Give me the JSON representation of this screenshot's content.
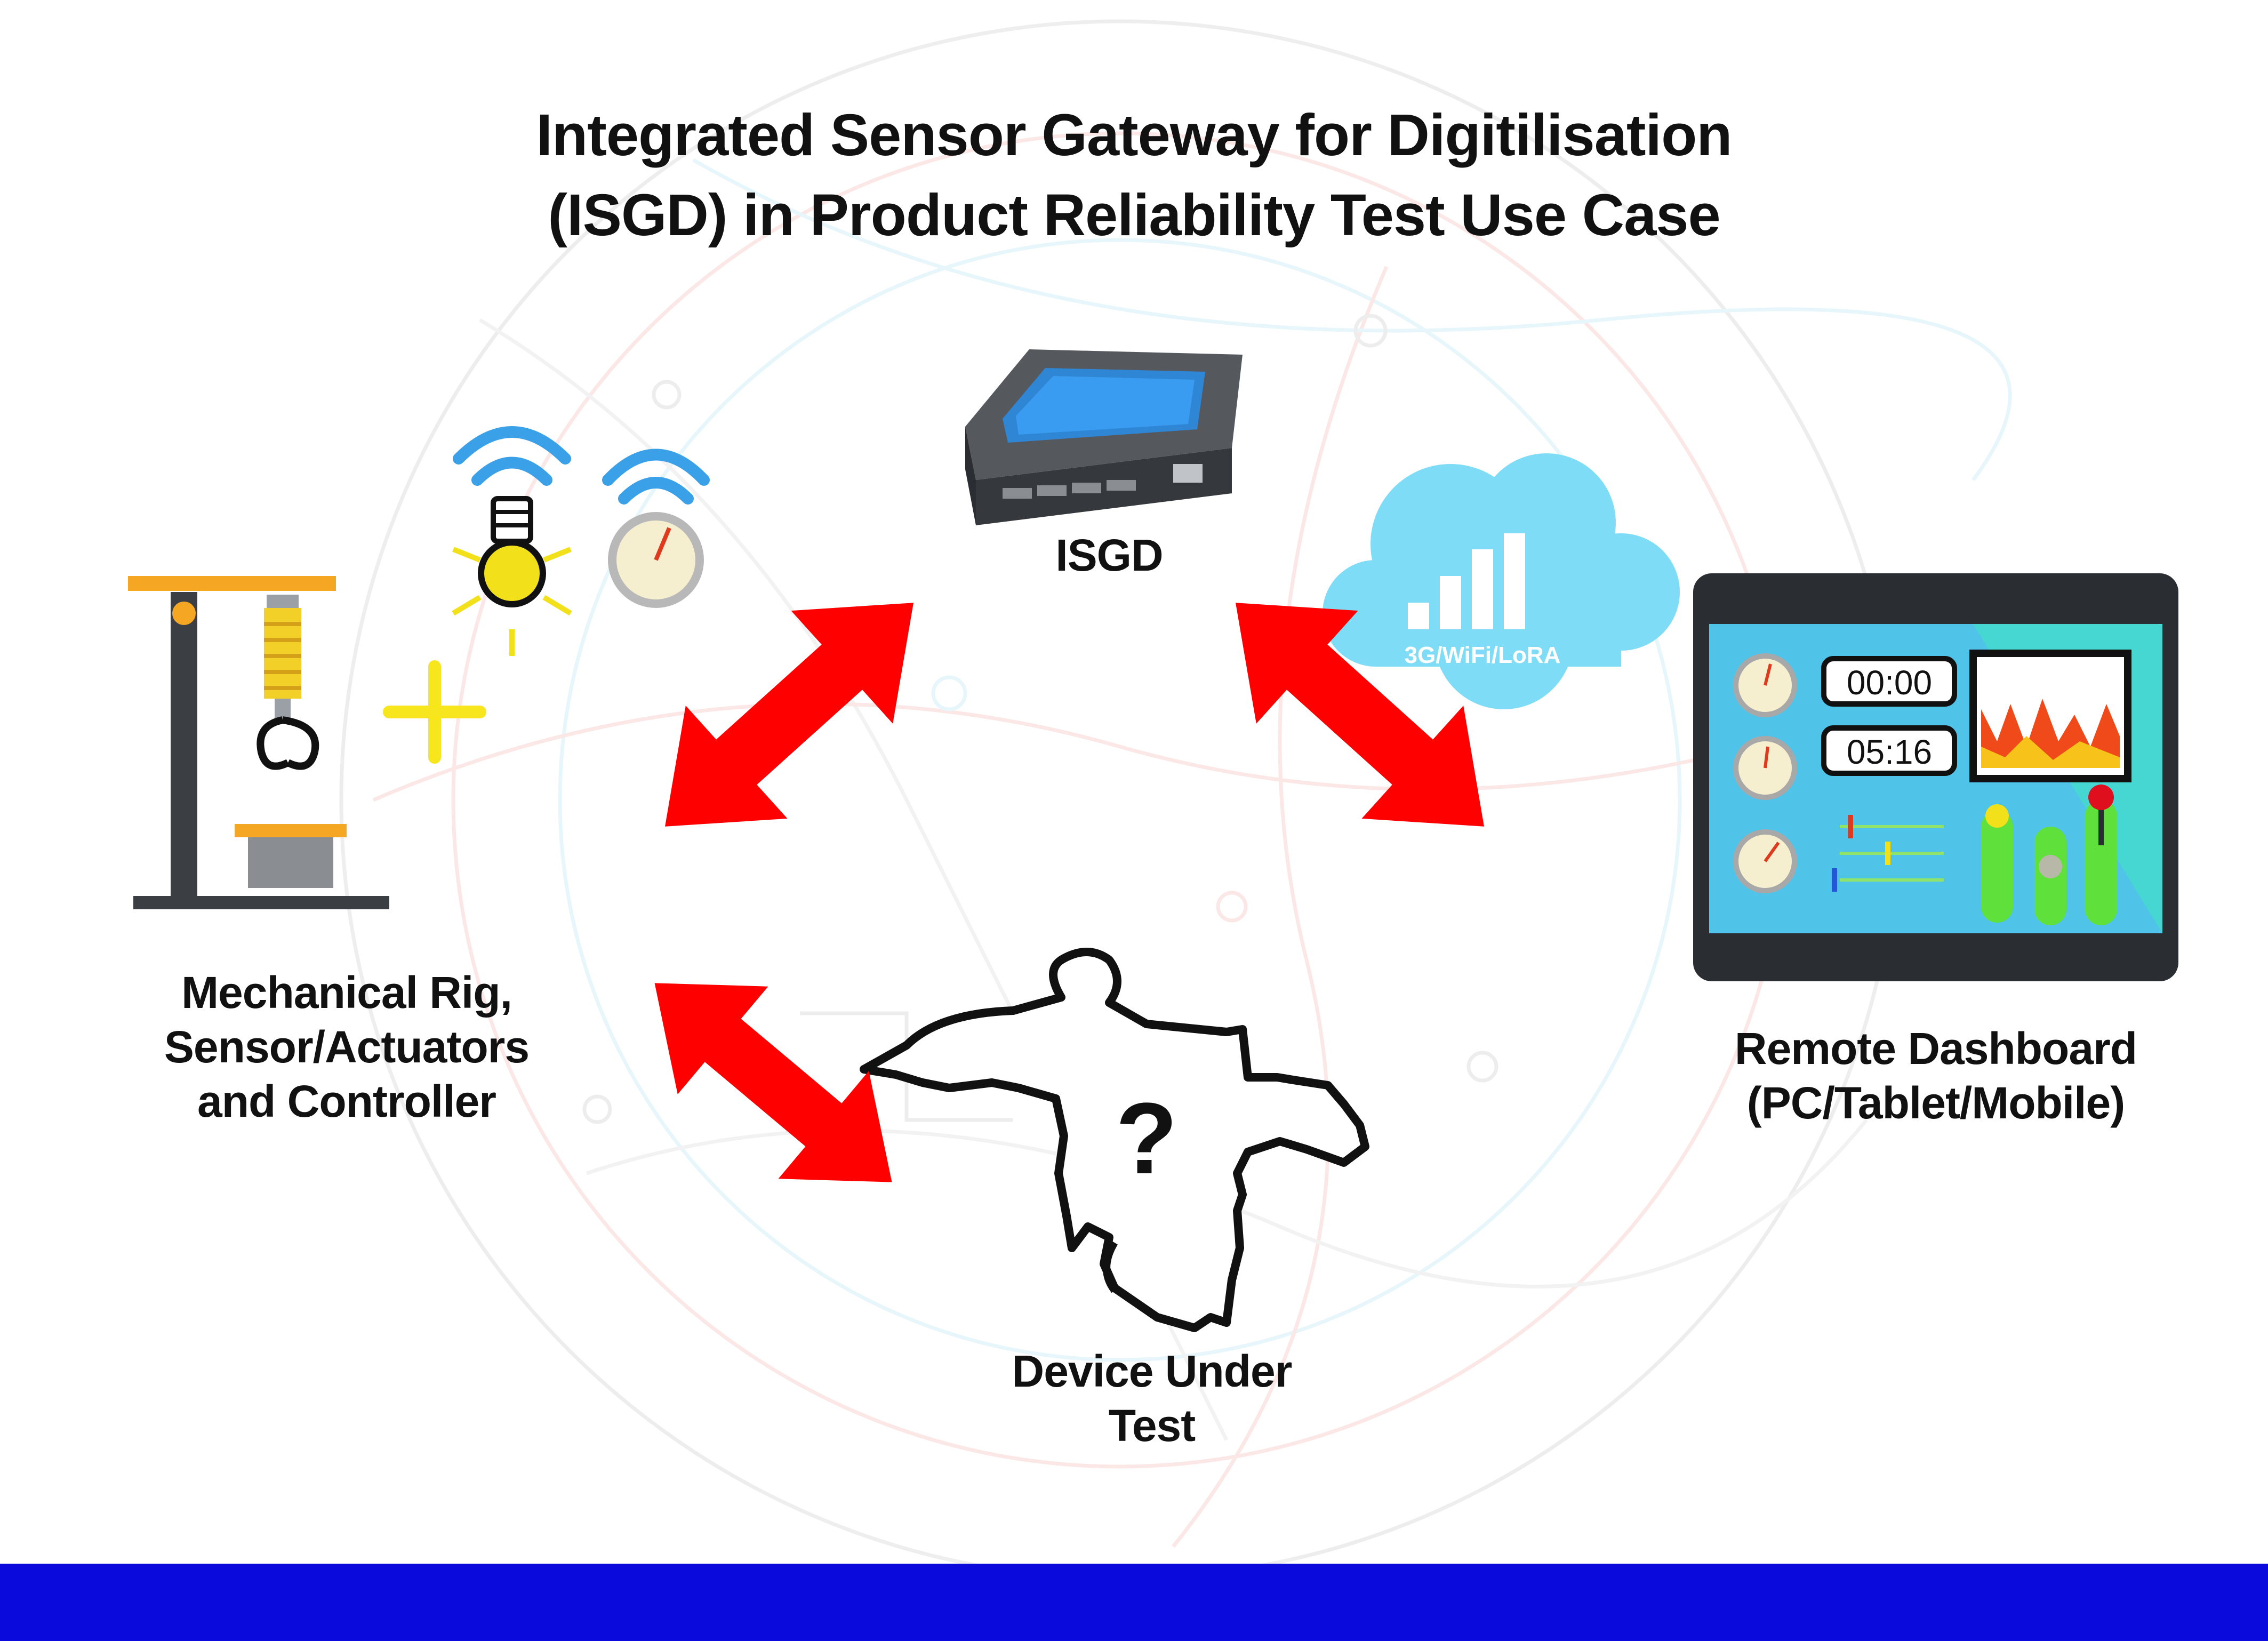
{
  "title": {
    "line1": "Integrated Sensor Gateway for Digitilisation",
    "line2": "(ISGD) in Product Reliability Test Use Case"
  },
  "nodes": {
    "isgd": {
      "label": "ISGD"
    },
    "rig": {
      "lines": [
        "Mechanical Rig,",
        "Sensor/Actuators",
        "and Controller"
      ]
    },
    "dashboard": {
      "lines": [
        "Remote Dashboard",
        "(PC/Tablet/Mobile)"
      ],
      "timer1": "00:00",
      "timer2": "05:16"
    },
    "dut": {
      "lines": [
        "Device Under",
        "Test"
      ],
      "mark": "?"
    },
    "cloud": {
      "label": "3G/WiFi/LoRA"
    }
  },
  "colors": {
    "arrow": "#ff0000",
    "bottom_bar": "#0a0adc",
    "wifi": "#3aa0e8",
    "cloud": "#7fdcf7",
    "screen": "#4fc3e8",
    "lamp": "#f2e11a",
    "rig_orange": "#f5a623"
  },
  "icons": [
    "gateway-device-icon",
    "bulb-sensor-icon",
    "gauge-sensor-icon",
    "wifi-icon",
    "cloud-icon",
    "signal-bars-icon",
    "mechanical-rig-icon",
    "plus-icon",
    "dashboard-tablet-icon",
    "device-outline-icon",
    "double-arrow-icon"
  ]
}
